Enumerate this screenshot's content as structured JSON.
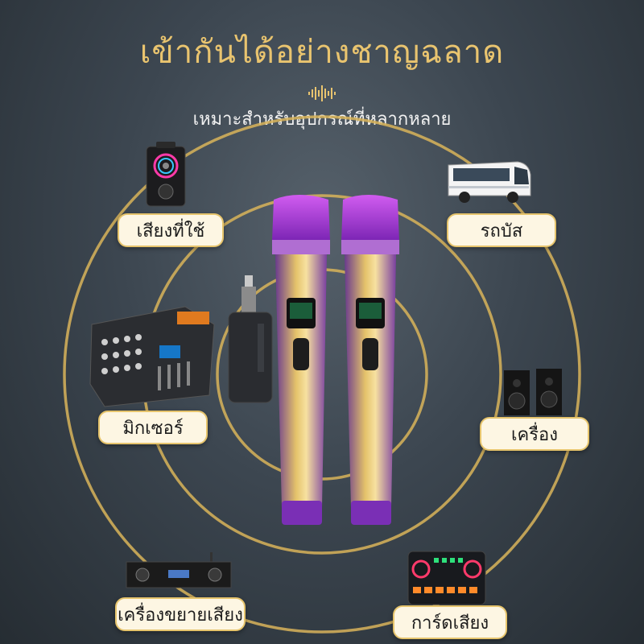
{
  "header": {
    "title": "เข้ากันได้อย่างชาญฉลาด",
    "subtitle": "เหมาะสำหรับอุปกรณ์ที่หลากหลาย"
  },
  "labels": {
    "speaker": "เสียงที่ใช้",
    "bus": "รถบัส",
    "mixer": "มิกเซอร์",
    "audio": "เครื่อง",
    "amplifier": "เครื่องขยายเสียง",
    "soundcard": "การ์ดเสียง"
  },
  "colors": {
    "accent": "#e9c46f",
    "label_bg": "#fdf6e3",
    "mic_head": "#b23fd6"
  }
}
